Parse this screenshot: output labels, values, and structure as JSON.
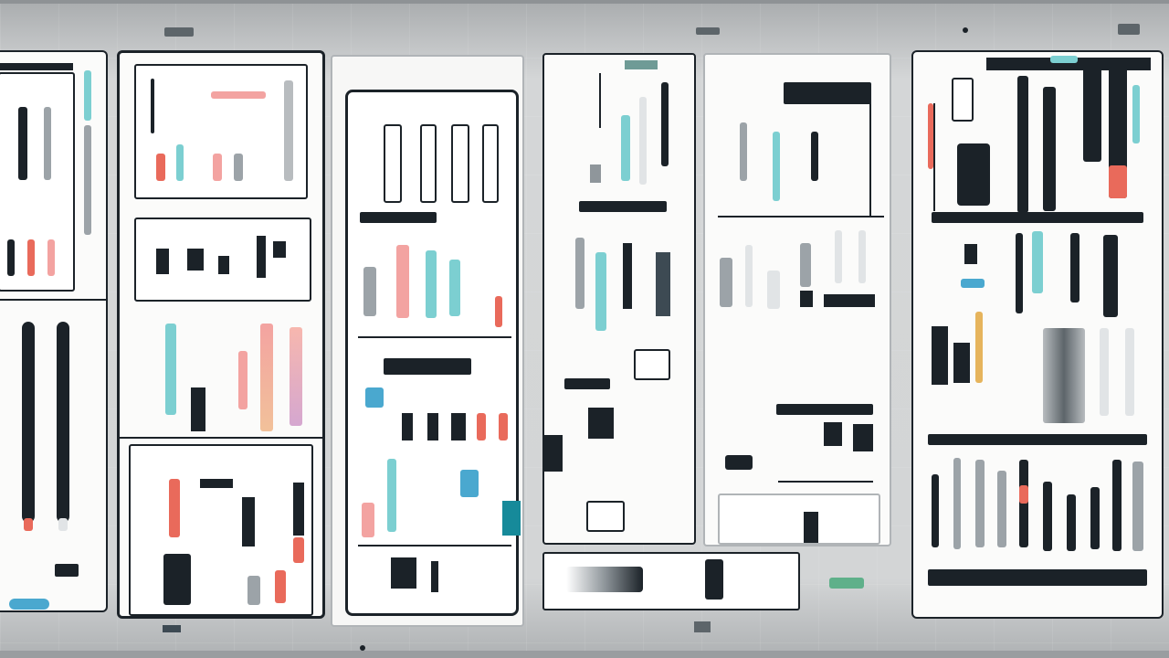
{
  "scene": {
    "panels": [
      {
        "name": "panel-left"
      },
      {
        "name": "panel-second"
      },
      {
        "name": "panel-center"
      },
      {
        "name": "panel-center-right"
      },
      {
        "name": "panel-right-mid"
      },
      {
        "name": "panel-far-right"
      }
    ]
  },
  "labels": {
    "center_header": "",
    "center_mid": "",
    "right_mid": "",
    "far_right_top": "",
    "far_right_mid": "",
    "far_right_bottom": ""
  },
  "colors": {
    "ink": "#1b2228",
    "teal": "#7ccfd1",
    "coral": "#e96a5b",
    "pink": "#f3a3a1",
    "blue": "#4aa8cf",
    "background": "#c9cbcc",
    "panel": "#fbfbfa"
  }
}
